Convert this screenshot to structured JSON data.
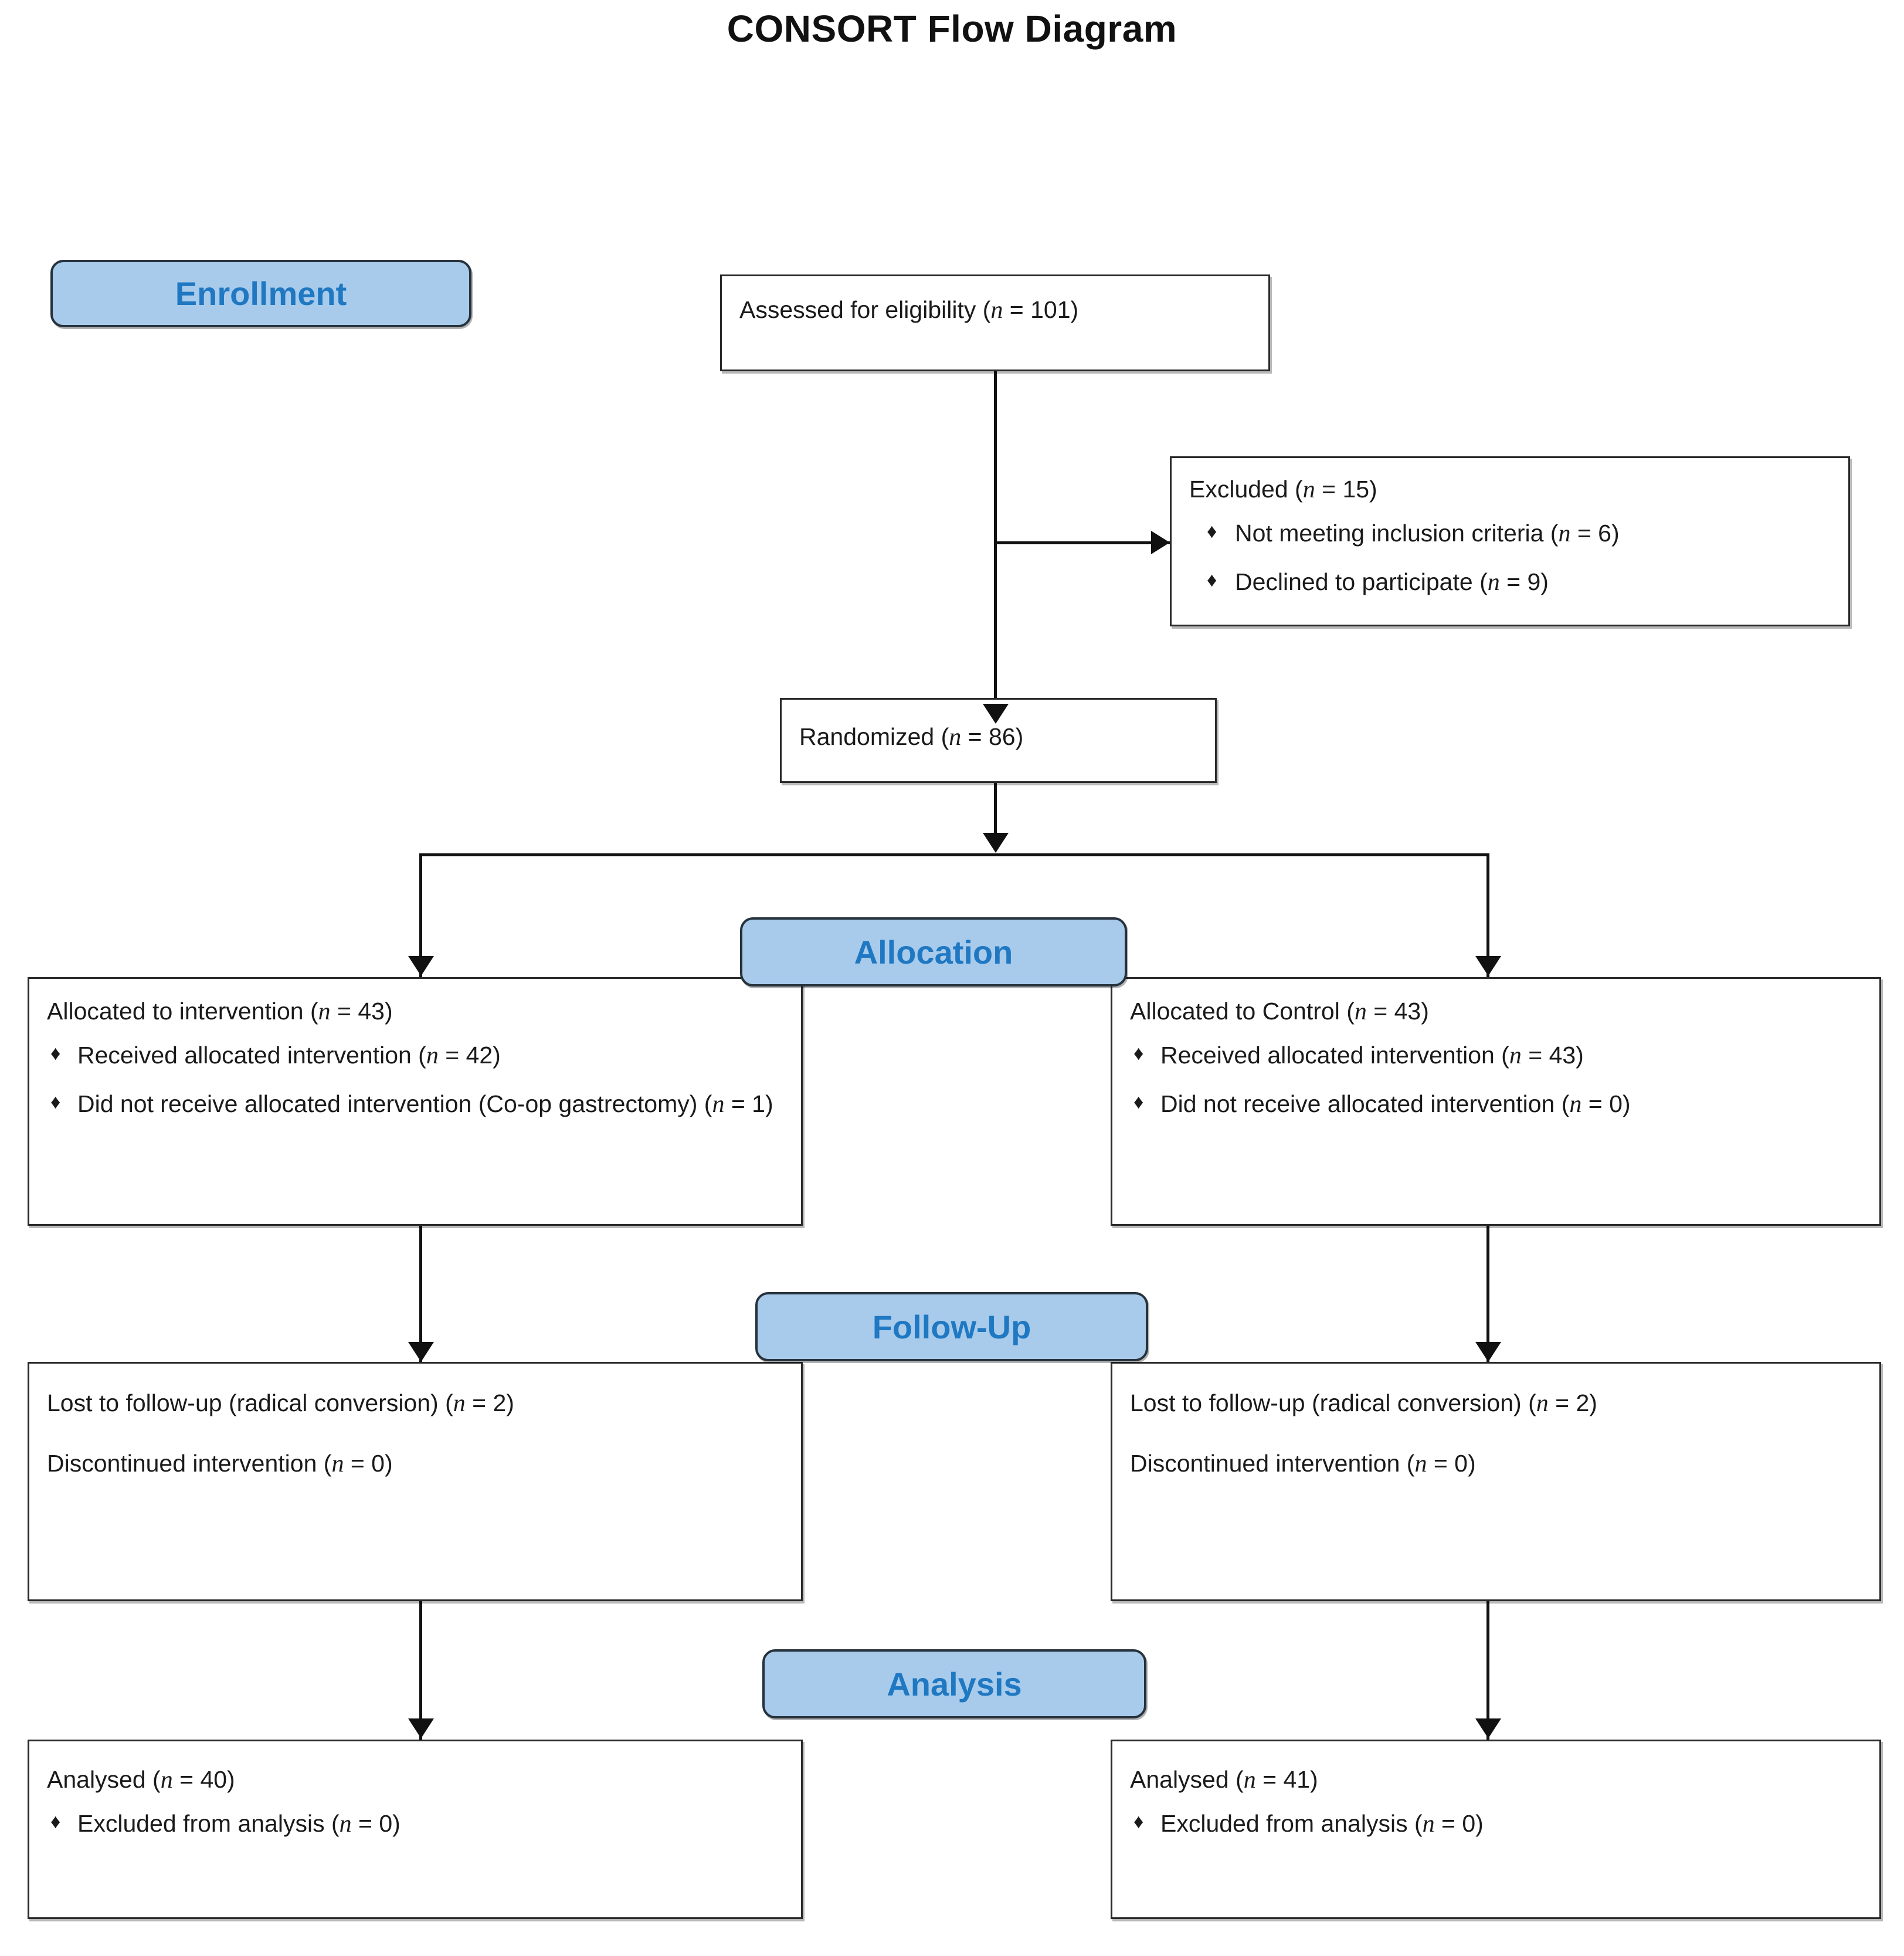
{
  "title": "CONSORT Flow Diagram",
  "colors": {
    "badge_fill": "#a8cbeb",
    "badge_text": "#1f78c1",
    "badge_border": "#26323c",
    "box_border": "#2a2a2a",
    "text": "#1a1a1a",
    "connector": "#111111",
    "background": "#ffffff"
  },
  "stages": {
    "enrollment": "Enrollment",
    "allocation": "Allocation",
    "followup": "Follow-Up",
    "analysis": "Analysis"
  },
  "nodes": {
    "assessed": {
      "heading_pre": "Assessed for eligibility (",
      "n_label": "n",
      "heading_post": " = 101)",
      "n_value": 101,
      "full_text": "Assessed for eligibility (n = 101)"
    },
    "excluded": {
      "heading_pre": "Excluded (",
      "n_label": "n",
      "heading_post": " = 15)",
      "n_value": 15,
      "full_text": "Excluded (n = 15)",
      "items": [
        {
          "pre": "Not meeting inclusion criteria (",
          "n_label": "n",
          "post": " = 6)",
          "n_value": 6,
          "full_text": "Not meeting inclusion criteria (n = 6)"
        },
        {
          "pre": "Declined to participate (",
          "n_label": "n",
          "post": " = 9)",
          "n_value": 9,
          "full_text": "Declined to participate (n = 9)"
        }
      ]
    },
    "randomized": {
      "heading_pre": "Randomized (",
      "n_label": "n",
      "heading_post": " = 86)",
      "n_value": 86,
      "full_text": "Randomized (n = 86)"
    },
    "alloc_left": {
      "heading_pre": "Allocated to intervention (",
      "n_label": "n",
      "heading_post": " = 43)",
      "n_value": 43,
      "full_text": "Allocated to intervention (n = 43)",
      "items": [
        {
          "pre": "Received allocated intervention (",
          "n_label": "n",
          "post": " = 42)",
          "n_value": 42,
          "full_text": "Received allocated intervention (n = 42)"
        },
        {
          "pre": "Did not receive allocated intervention (Co-op gastrectomy) (",
          "n_label": "n",
          "post": " = 1)",
          "n_value": 1,
          "full_text": "Did not receive allocated intervention (Co-op gastrectomy) (n = 1)"
        }
      ]
    },
    "alloc_right": {
      "heading_pre": "Allocated to Control (",
      "n_label": "n",
      "heading_post": " = 43)",
      "n_value": 43,
      "full_text": "Allocated to Control (n = 43)",
      "items": [
        {
          "pre": "Received allocated intervention (",
          "n_label": "n",
          "post": " = 43)",
          "n_value": 43,
          "full_text": "Received allocated intervention (n = 43)"
        },
        {
          "pre": "Did not receive allocated intervention (",
          "n_label": "n",
          "post": " = 0)",
          "n_value": 0,
          "full_text": "Did not receive allocated intervention (n = 0)"
        }
      ]
    },
    "follow_left": {
      "line1_pre": "Lost to follow-up (radical conversion) (",
      "line1_n": "n",
      "line1_post": " = 2)",
      "line1_value": 2,
      "line1_full": "Lost to follow-up (radical conversion) (n = 2)",
      "line2_pre": "Discontinued intervention (",
      "line2_n": "n",
      "line2_post": " = 0)",
      "line2_value": 0,
      "line2_full": "Discontinued intervention (n = 0)"
    },
    "follow_right": {
      "line1_pre": "Lost to follow-up (radical conversion) (",
      "line1_n": "n",
      "line1_post": " = 2)",
      "line1_value": 2,
      "line1_full": "Lost to follow-up (radical conversion) (n = 2)",
      "line2_pre": "Discontinued intervention (",
      "line2_n": "n",
      "line2_post": " = 0)",
      "line2_value": 0,
      "line2_full": "Discontinued intervention (n = 0)"
    },
    "analysis_left": {
      "heading_pre": "Analysed     (",
      "n_label": "n",
      "heading_post": " = 40)",
      "n_value": 40,
      "full_text": "Analysed   (n = 40)",
      "items": [
        {
          "pre": "Excluded from analysis (",
          "n_label": "n",
          "post": " = 0)",
          "n_value": 0,
          "full_text": "Excluded from analysis (n = 0)"
        }
      ]
    },
    "analysis_right": {
      "heading_pre": "Analysed     (",
      "n_label": "n",
      "heading_post": " = 41)",
      "n_value": 41,
      "full_text": "Analysed   (n = 41)",
      "items": [
        {
          "pre": "Excluded from analysis (",
          "n_label": "n",
          "post": " = 0)",
          "n_value": 0,
          "full_text": "Excluded from analysis (n = 0)"
        }
      ]
    }
  },
  "bullet_glyph": "♦",
  "flow": {
    "type": "flowchart",
    "edges": [
      {
        "from": "assessed",
        "to": "randomized",
        "label": ""
      },
      {
        "from": "assessed",
        "to": "excluded",
        "label": ""
      },
      {
        "from": "randomized",
        "to": "alloc_left",
        "label": ""
      },
      {
        "from": "randomized",
        "to": "alloc_right",
        "label": ""
      },
      {
        "from": "alloc_left",
        "to": "follow_left",
        "label": ""
      },
      {
        "from": "alloc_right",
        "to": "follow_right",
        "label": ""
      },
      {
        "from": "follow_left",
        "to": "analysis_left",
        "label": ""
      },
      {
        "from": "follow_right",
        "to": "analysis_right",
        "label": ""
      }
    ]
  }
}
